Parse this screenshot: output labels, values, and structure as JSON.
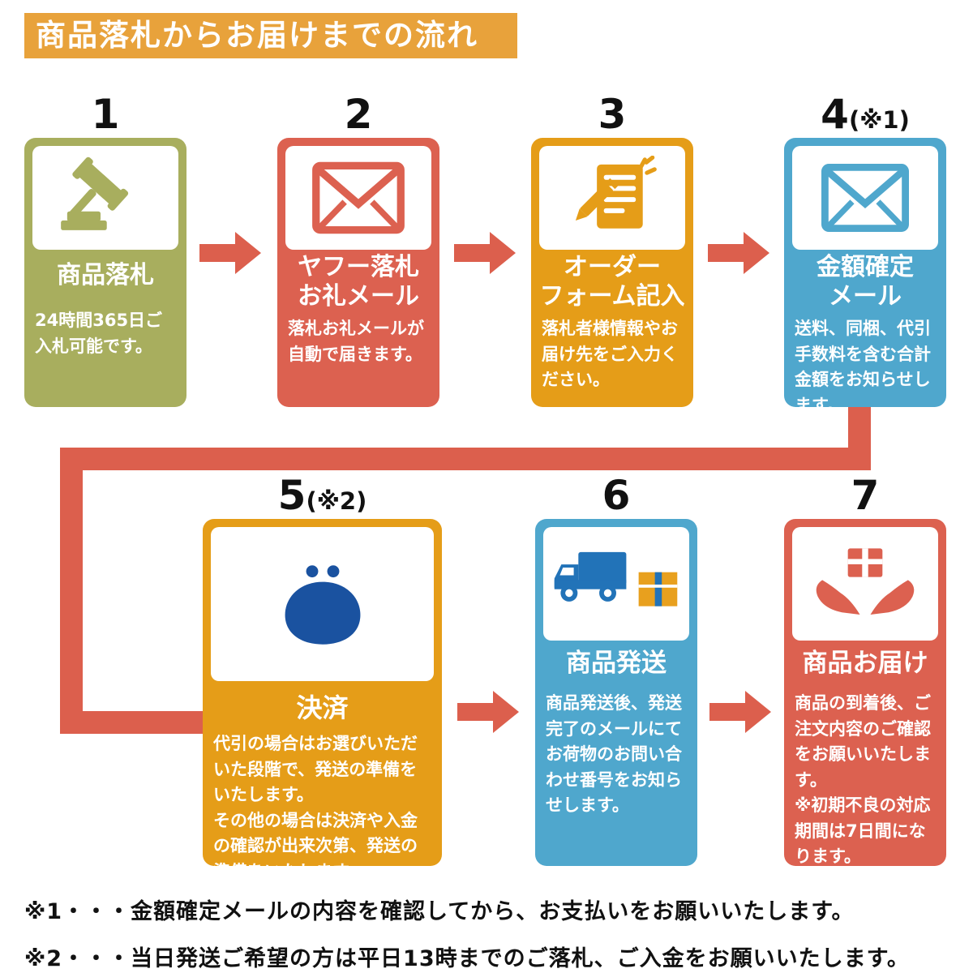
{
  "header": {
    "title": "商品落札からお届けまでの流れ"
  },
  "colors": {
    "header": "#E8A23B",
    "arrow": "#DC5F4D",
    "olive": "#A8AE5E",
    "red": "#DC6150",
    "orange": "#E59D18",
    "blue": "#4FA7CD"
  },
  "steps": [
    {
      "number": "1",
      "note": "",
      "title": "商品落札",
      "desc": "24時間365日ご入札可能です。",
      "color": "#A8AE5E",
      "icon": "gavel-icon"
    },
    {
      "number": "2",
      "note": "",
      "title": "ヤフー落札\nお礼メール",
      "desc": "落札お礼メールが自動で届きます。",
      "color": "#DC6150",
      "icon": "mail-icon"
    },
    {
      "number": "3",
      "note": "",
      "title": "オーダー\nフォーム記入",
      "desc": "落札者様情報やお届け先をご入力ください。",
      "color": "#E59D18",
      "icon": "order-form-icon"
    },
    {
      "number": "4",
      "note": "(※1)",
      "title": "金額確定\nメール",
      "desc": "送料、同梱、代引手数料を含む合計金額をお知らせします。",
      "color": "#4FA7CD",
      "icon": "mail-icon"
    },
    {
      "number": "5",
      "note": "(※2)",
      "title": "決済",
      "desc": "代引の場合はお選びいただいた段階で、発送の準備をいたします。\nその他の場合は決済や入金の確認が出来次第、発送の準備をいたします。",
      "color": "#E59D18",
      "icon": "purse-icon"
    },
    {
      "number": "6",
      "note": "",
      "title": "商品発送",
      "desc": "商品発送後、発送完了のメールにてお荷物のお問い合わせ番号をお知らせします。",
      "color": "#4FA7CD",
      "icon": "truck-icon"
    },
    {
      "number": "7",
      "note": "",
      "title": "商品お届け",
      "desc": "商品の到着後、ご注文内容のご確認をお願いいたします。\n※初期不良の対応期間は7日間になります。",
      "color": "#DC6150",
      "icon": "delivery-hands-icon"
    }
  ],
  "footnotes": [
    "※1・・・金額確定メールの内容を確認してから、お支払いをお願いいたします。",
    "※2・・・当日発送ご希望の方は平日13時までのご落札、ご入金をお願いいたします。"
  ]
}
